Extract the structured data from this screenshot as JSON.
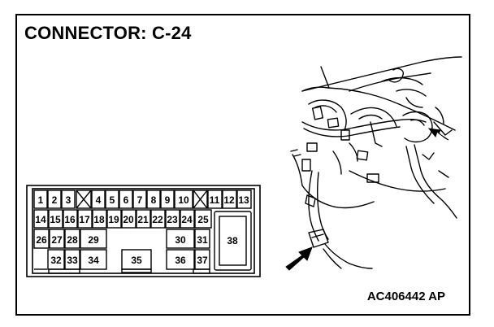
{
  "title": "CONNECTOR: C-24",
  "figure_id": "AC406442 AP",
  "connector": {
    "row1": [
      "1",
      "2",
      "3",
      "4",
      "5",
      "6",
      "7",
      "8",
      "9",
      "10",
      "11",
      "12",
      "13"
    ],
    "row2": [
      "14",
      "15",
      "16",
      "17",
      "18",
      "19",
      "20",
      "21",
      "22",
      "23",
      "24",
      "25"
    ],
    "row3": [
      "26",
      "27",
      "28",
      "29",
      "30",
      "31",
      "38"
    ],
    "row4": [
      "32",
      "33",
      "34",
      "35",
      "36",
      "37"
    ]
  },
  "icons": {
    "vacant_pin": "x-mark-icon",
    "locator_arrow": "arrow-icon"
  },
  "colors": {
    "line": "#000000",
    "background": "#ffffff"
  }
}
